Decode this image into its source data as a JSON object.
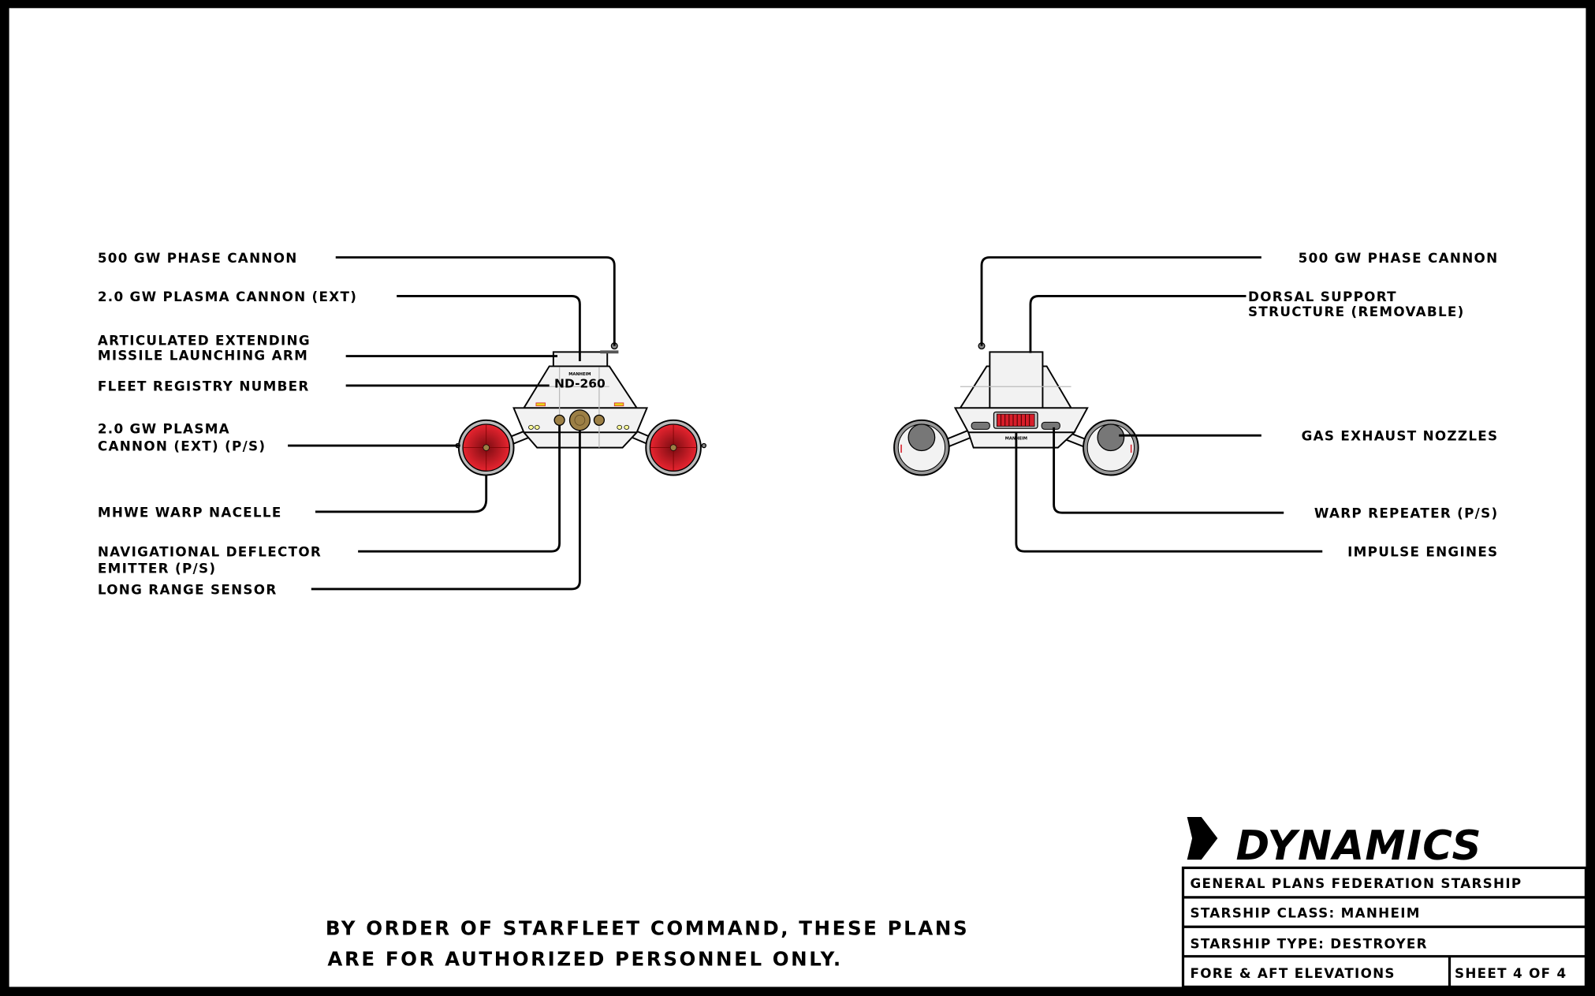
{
  "fore_labels": {
    "phase_cannon": "500 GW PHASE CANNON",
    "plasma_cannon": "2.0 GW PLASMA CANNON (EXT)",
    "missile_arm": [
      "ARTICULATED EXTENDING",
      "MISSILE LAUNCHING ARM"
    ],
    "registry": "FLEET REGISTRY NUMBER",
    "plasma_cannon_ps": [
      "2.0 GW PLASMA",
      "CANNON (EXT) (P/S)"
    ],
    "warp_nacelle": "MHWE WARP NACELLE",
    "deflector": [
      "NAVIGATIONAL DEFLECTOR",
      "EMITTER (P/S)"
    ],
    "sensor": "LONG RANGE SENSOR"
  },
  "aft_labels": {
    "phase_cannon": "500 GW PHASE CANNON",
    "dorsal": [
      "DORSAL SUPPORT",
      "STRUCTURE (REMOVABLE)"
    ],
    "exhaust": "GAS EXHAUST NOZZLES",
    "warp_repeater": "WARP REPEATER (P/S)",
    "impulse": "IMPULSE ENGINES"
  },
  "ship": {
    "class_marking": "MANHEIM",
    "registry": "ND-260"
  },
  "notice": [
    "BY ORDER OF STARFLEET COMMAND, THESE PLANS",
    "ARE FOR AUTHORIZED PERSONNEL ONLY."
  ],
  "logo": "DYNAMICS",
  "title_block": {
    "row1": "GENERAL PLANS FEDERATION STARSHIP",
    "row2": "STARSHIP CLASS: MANHEIM",
    "row3": "STARSHIP TYPE: DESTROYER",
    "row4": "FORE & AFT ELEVATIONS",
    "sheet": "SHEET 4 OF 4"
  },
  "colors": {
    "nacelle_red": "#d81e2a",
    "deflector": "#9c7f45",
    "border": "#000000"
  }
}
